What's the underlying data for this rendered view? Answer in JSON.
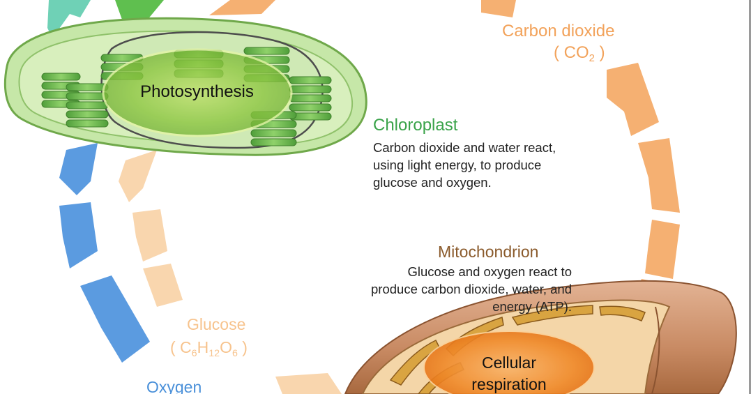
{
  "labels": {
    "carbon_dioxide": "Carbon dioxide",
    "co2_open": "( CO",
    "co2_sub": "2",
    "co2_close": " )",
    "photosynthesis": "Photosynthesis",
    "chloroplast_title": "Chloroplast",
    "chloroplast_desc_1": "Carbon dioxide and water react,",
    "chloroplast_desc_2": "using light energy, to produce",
    "chloroplast_desc_3": "glucose and oxygen.",
    "mitochondrion_title": "Mitochondrion",
    "mito_desc_1": "Glucose and oxygen react to",
    "mito_desc_2": "produce carbon dioxide, water, and",
    "mito_desc_3": "energy (ATP).",
    "glucose": "Glucose",
    "glucose_c": "( C",
    "glucose_6a": "6",
    "glucose_h": "H",
    "glucose_12": "12",
    "glucose_o": "O",
    "glucose_6b": "6",
    "glucose_close": " )",
    "oxygen": "Oxygen",
    "cellular": "Cellular",
    "respiration": "respiration"
  },
  "colors": {
    "orange_arrow": "#f5b072",
    "light_orange_arrow": "#f9d6ae",
    "blue_arrow": "#5b9be0",
    "green_arrow": "#5fbf4f",
    "teal_arrow": "#6fd1b6",
    "chloroplast_green": "#6fbf4a",
    "mito_brown": "#c98a5a"
  },
  "icons": [
    "chloroplast-icon",
    "mitochondrion-icon"
  ]
}
